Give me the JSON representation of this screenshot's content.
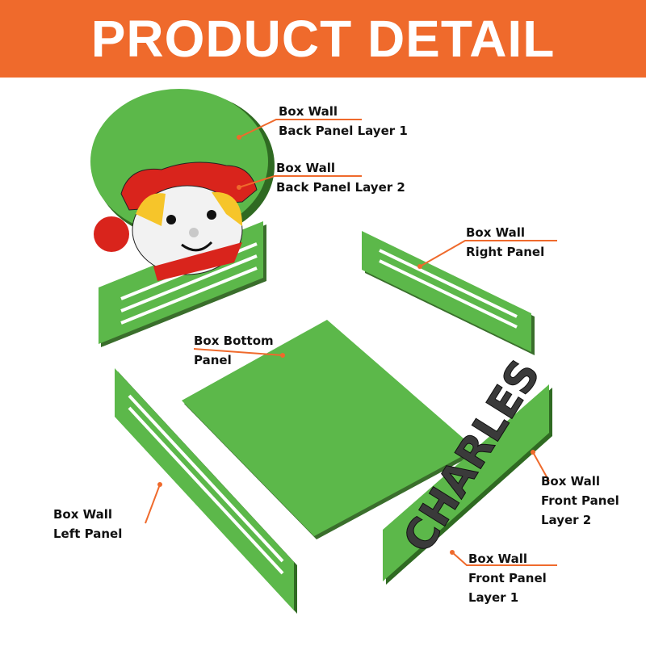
{
  "header": {
    "title": "PRODUCT DETAIL"
  },
  "colors": {
    "banner": "#ef6a2c",
    "panel_green": "#5cb84a",
    "panel_edge": "#3a6e2c",
    "leader": "#ef6a2c",
    "nameplate": "#3a3a3a"
  },
  "product": {
    "name_text": "CHARLES"
  },
  "labels": {
    "back_layer1": {
      "line1": "Box Wall",
      "line2": "Back Panel Layer 1"
    },
    "back_layer2": {
      "line1": "Box Wall",
      "line2": "Back Panel Layer 2"
    },
    "right_panel": {
      "line1": "Box Wall",
      "line2": "Right Panel"
    },
    "bottom_panel": {
      "line1": "Box Bottom",
      "line2": "Panel"
    },
    "front_layer2": {
      "line1": "Box Wall",
      "line2": "Front Panel",
      "line3": "Layer 2"
    },
    "left_panel": {
      "line1": "Box Wall",
      "line2": "Left Panel"
    },
    "front_layer1": {
      "line1": "Box Wall",
      "line2": "Front Panel",
      "line3": "Layer 1"
    }
  }
}
